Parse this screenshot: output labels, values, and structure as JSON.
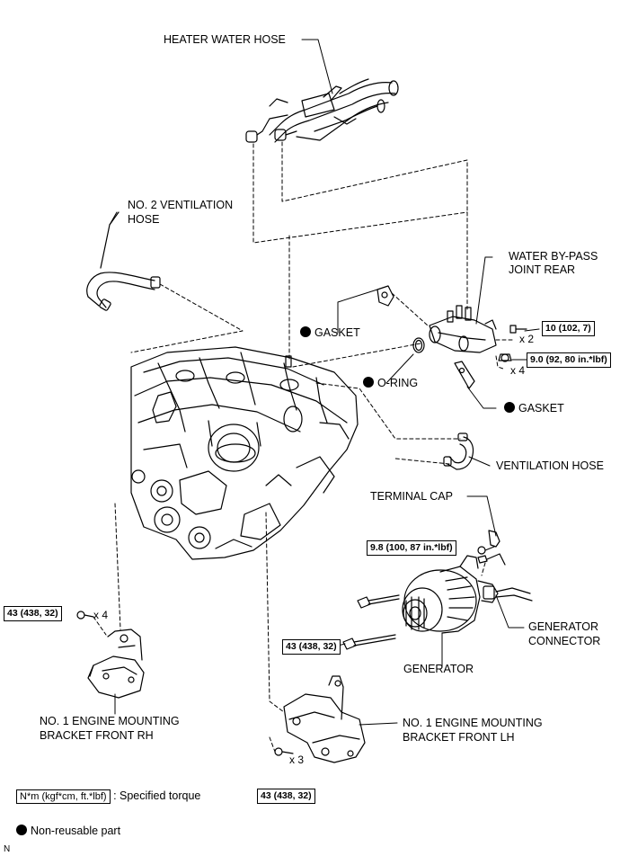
{
  "labels": {
    "heater_water_hose": "HEATER WATER HOSE",
    "no2_ventilation_hose_l1": "NO. 2 VENTILATION",
    "no2_ventilation_hose_l2": "HOSE",
    "water_bypass_l1": "WATER BY-PASS",
    "water_bypass_l2": "JOINT REAR",
    "gasket_upper": "GASKET",
    "o_ring": "O-RING",
    "gasket_lower": "GASKET",
    "ventilation_hose": "VENTILATION HOSE",
    "terminal_cap": "TERMINAL CAP",
    "generator_connector_l1": "GENERATOR",
    "generator_connector_l2": "CONNECTOR",
    "generator": "GENERATOR",
    "bracket_rh_l1": "NO. 1 ENGINE MOUNTING",
    "bracket_rh_l2": "BRACKET FRONT RH",
    "bracket_lh_l1": "NO. 1 ENGINE MOUNTING",
    "bracket_lh_l2": "BRACKET FRONT LH"
  },
  "torques": {
    "bypass_bolt": "10 (102, 7)",
    "bypass_nut": "9.0 (92, 80 in.*lbf)",
    "terminal_nut": "9.8 (100, 87 in.*lbf)",
    "rh_bracket": "43 (438, 32)",
    "generator_bolt": "43 (438, 32)",
    "lh_bracket": "43 (438, 32)"
  },
  "quantities": {
    "bypass_bolt": "x 2",
    "bypass_nut": "x 4",
    "rh_bracket": "x 4",
    "lh_bracket": "x 3"
  },
  "legend": {
    "torque_unit": "N*m (kgf*cm, ft.*lbf)",
    "torque_desc": ": Specified torque",
    "nonreusable": "Non-reusable part",
    "corner_mark": "N"
  }
}
